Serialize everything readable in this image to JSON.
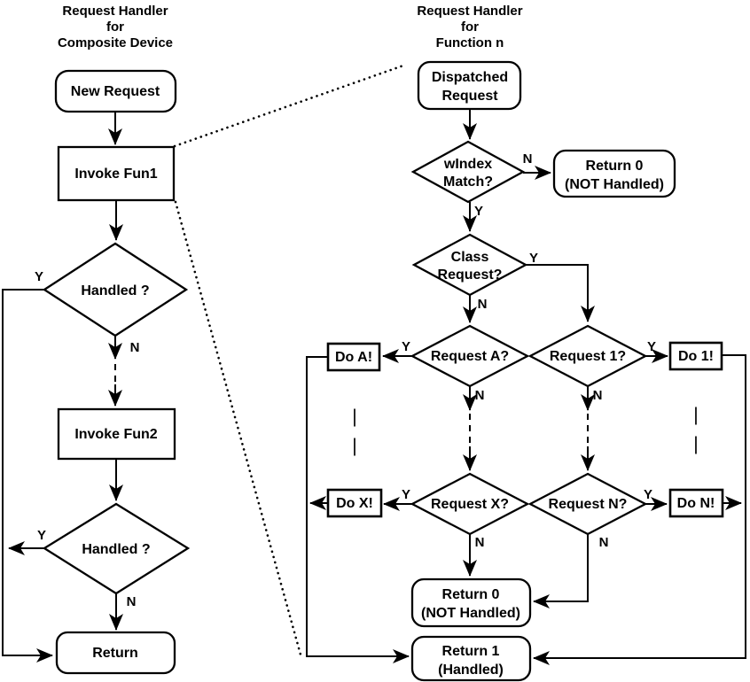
{
  "colors": {
    "ink": "#000000",
    "background": "#ffffff"
  },
  "left_chart": {
    "title_lines": [
      "Request Handler",
      "for",
      "Composite Device"
    ],
    "nodes": {
      "new_request": "New Request",
      "invoke_fun1": "Invoke Fun1",
      "handled_1": "Handled ?",
      "invoke_fun2": "Invoke Fun2",
      "handled_2": "Handled ?",
      "return": "Return"
    },
    "branch_labels": {
      "handled_1_yes": "Y",
      "handled_1_no": "N",
      "handled_2_yes": "Y",
      "handled_2_no": "N"
    }
  },
  "right_chart": {
    "title_lines": [
      "Request Handler",
      "for",
      "Function n"
    ],
    "nodes": {
      "dispatched_request": {
        "lines": [
          "Dispatched",
          "Request"
        ]
      },
      "windex_match": {
        "lines": [
          "wIndex",
          "Match?"
        ]
      },
      "return_0_top": {
        "lines": [
          "Return 0",
          "(NOT Handled)"
        ]
      },
      "class_request": {
        "lines": [
          "Class",
          "Request?"
        ]
      },
      "request_a": "Request A?",
      "request_1": "Request 1?",
      "do_a": "Do A!",
      "do_1": "Do 1!",
      "request_x": "Request X?",
      "request_n": "Request N?",
      "do_x": "Do X!",
      "do_n": "Do N!",
      "return_0_bottom": {
        "lines": [
          "Return 0",
          "(NOT Handled)"
        ]
      },
      "return_1": {
        "lines": [
          "Return 1",
          "(Handled)"
        ]
      }
    },
    "branch_labels": {
      "windex_no": "N",
      "windex_yes": "Y",
      "class_yes": "Y",
      "class_no": "N",
      "request_a_yes": "Y",
      "request_a_no": "N",
      "request_1_yes": "Y",
      "request_1_no": "N",
      "request_x_yes": "Y",
      "request_x_no": "N",
      "request_n_yes": "Y",
      "request_n_no": "N"
    },
    "ellipsis_marks": [
      "|",
      "|"
    ]
  }
}
